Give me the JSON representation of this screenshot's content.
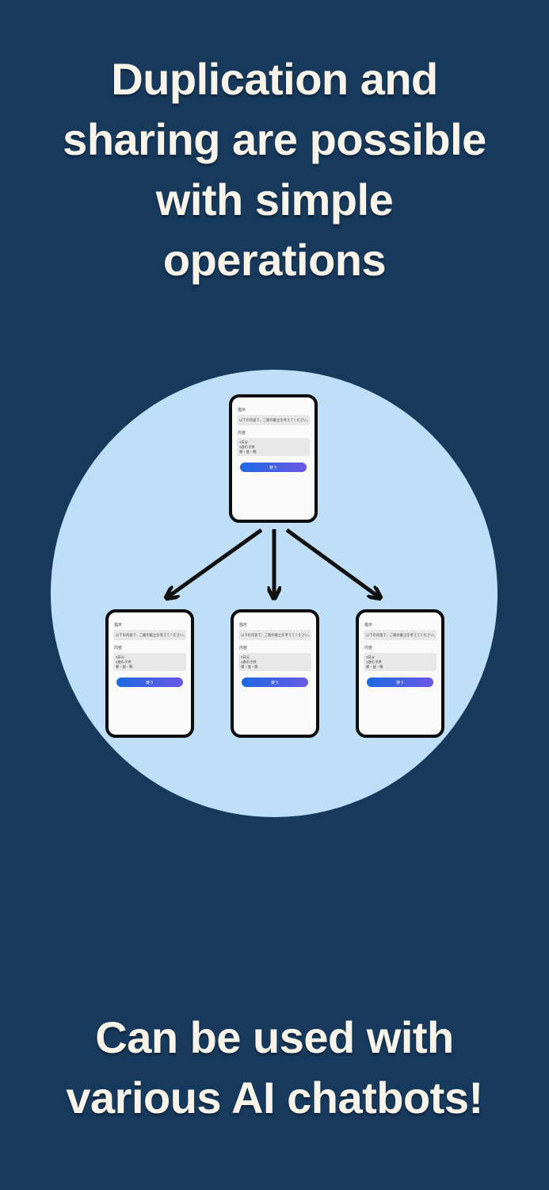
{
  "headline_top": {
    "lines": [
      "Duplication and",
      "sharing are possible",
      "with simple",
      "operations"
    ]
  },
  "headline_bottom": {
    "lines": [
      "Can be used with",
      "various AI chatbots!"
    ]
  },
  "card": {
    "instruction_label": "指示",
    "instruction_value": "以下の内容で、ご飯の献立を考えてください。",
    "content_label": "内容",
    "content_lines": [
      "3日分",
      "2歳の子供",
      "朝・昼・晩"
    ],
    "button_label": "使う"
  },
  "icons": {
    "arrow_left": "arrow-diagonal-left-down-icon",
    "arrow_middle": "arrow-straight-down-icon",
    "arrow_right": "arrow-diagonal-right-down-icon"
  },
  "colors": {
    "background": "#17395C",
    "circle": "#BEDFF7",
    "heading_text": "#F8F4E9",
    "card_bg": "#FAFAFA",
    "card_border": "#0D0D0D",
    "field_bg": "#E8E8E8",
    "field_text": "#4A4A4A",
    "label_text": "#3A3A3A",
    "button_start": "#1D6AE1",
    "button_end": "#6B57E4",
    "button_text": "#FFFFFF",
    "arrow": "#101010"
  }
}
